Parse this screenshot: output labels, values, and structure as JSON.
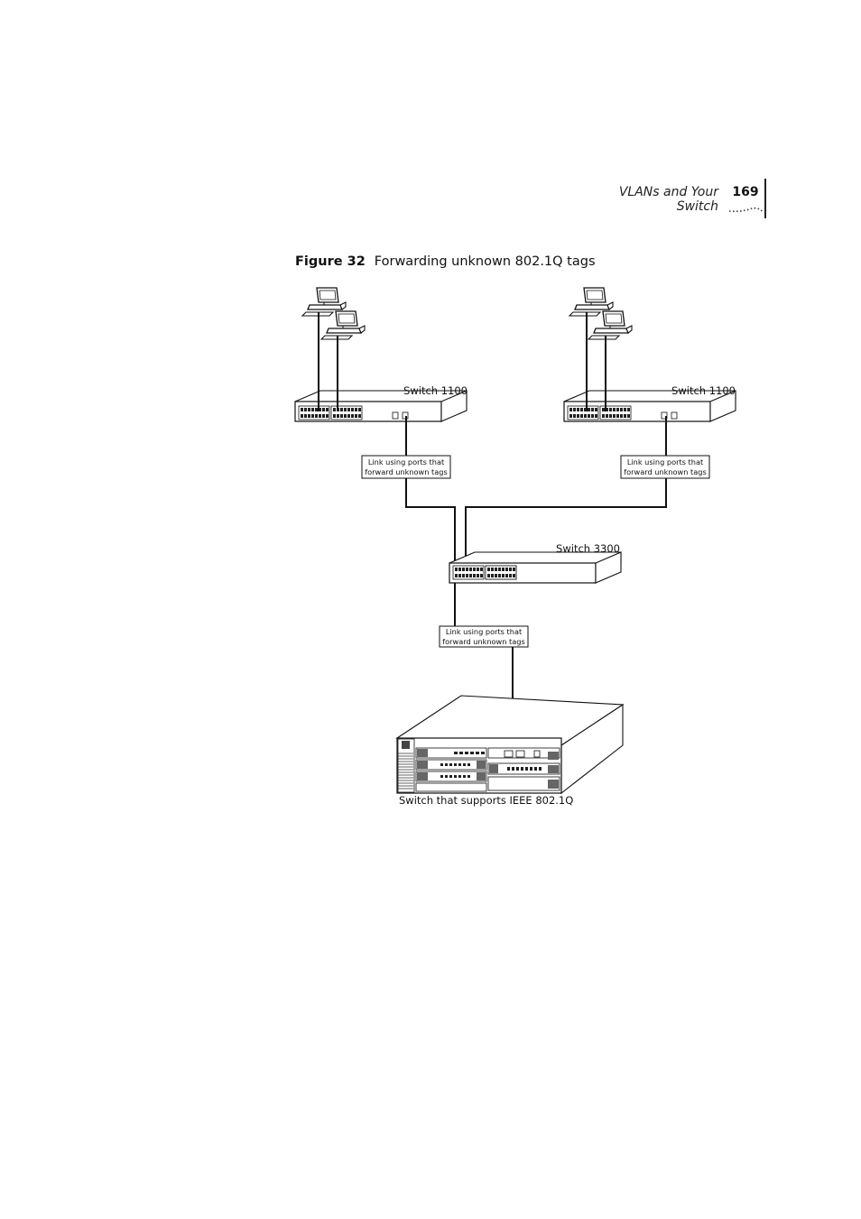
{
  "header": {
    "running_title": "VLANs and Your Switch",
    "page_number": "169"
  },
  "figure": {
    "number": "Figure 32",
    "title": "Forwarding unknown 802.1Q tags"
  },
  "diagram": {
    "switch_left_label": "Switch 1100",
    "switch_right_label": "Switch 1100",
    "switch_center_label": "Switch 3300",
    "switch_bottom_label": "Switch that supports IEEE 802.1Q",
    "link_left_line1": "Link using ports that",
    "link_left_line2": "forward unknown tags",
    "link_right_line1": "Link using ports that",
    "link_right_line2": "forward unknown tags",
    "link_bottom_line1": "Link using ports that",
    "link_bottom_line2": "forward unknown tags"
  }
}
